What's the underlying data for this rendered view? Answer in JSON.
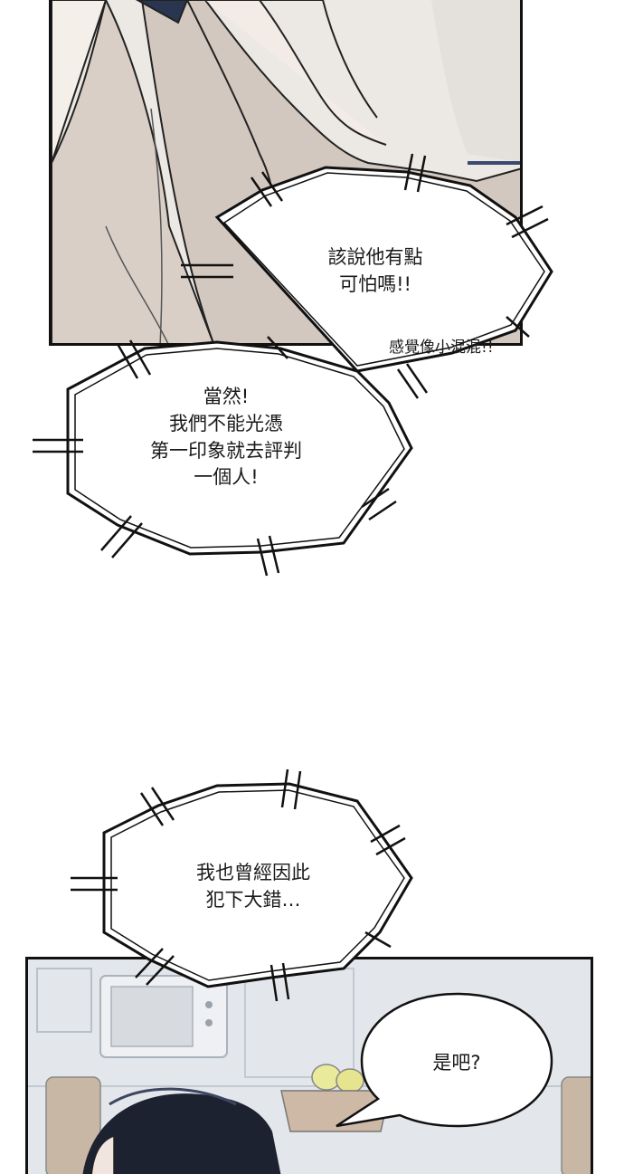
{
  "bubbles": {
    "scary": {
      "lines": [
        "該說他有點",
        "可怕嗎!!"
      ]
    },
    "thug": {
      "text": "感覺像小混混!!"
    },
    "of_course": {
      "lines": [
        "當然!",
        "我們不能光憑",
        "第一印象就去評判",
        "一個人!"
      ]
    },
    "mistake": {
      "lines": [
        "我也曾經因此",
        "犯下大錯…"
      ]
    },
    "right": {
      "text": "是吧?"
    }
  },
  "colors": {
    "ink": "#111111",
    "paper": "#ffffff",
    "panel_top": "#ece8e4",
    "panel_bottom": "#dfe3e8",
    "skin": "#f1e6df",
    "hair": "#1d2230"
  }
}
